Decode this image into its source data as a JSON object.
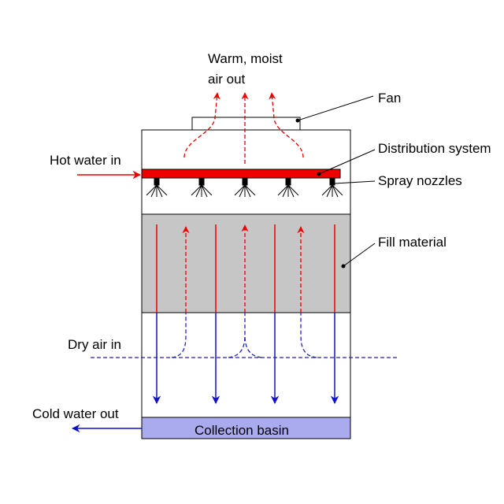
{
  "labels": {
    "warm_air_line1": "Warm, moist",
    "warm_air_line2": "air out",
    "fan": "Fan",
    "distribution_system": "Distribution system",
    "hot_water_in": "Hot water in",
    "spray_nozzles": "Spray nozzles",
    "fill_material": "Fill material",
    "dry_air_in": "Dry air in",
    "cold_water_out": "Cold water out",
    "collection_basin": "Collection basin"
  },
  "colors": {
    "hot_water": "#ee0000",
    "distribution_pipe": "#ee0000",
    "cold_water": "#1010cc",
    "dry_air": "#2020cc",
    "warm_air": "#e00000",
    "fill": "#c6c6c6",
    "basin": "#aaaaee",
    "outline": "#000000"
  },
  "icons": {
    "spray_nozzle": "spray-nozzle-icon"
  }
}
